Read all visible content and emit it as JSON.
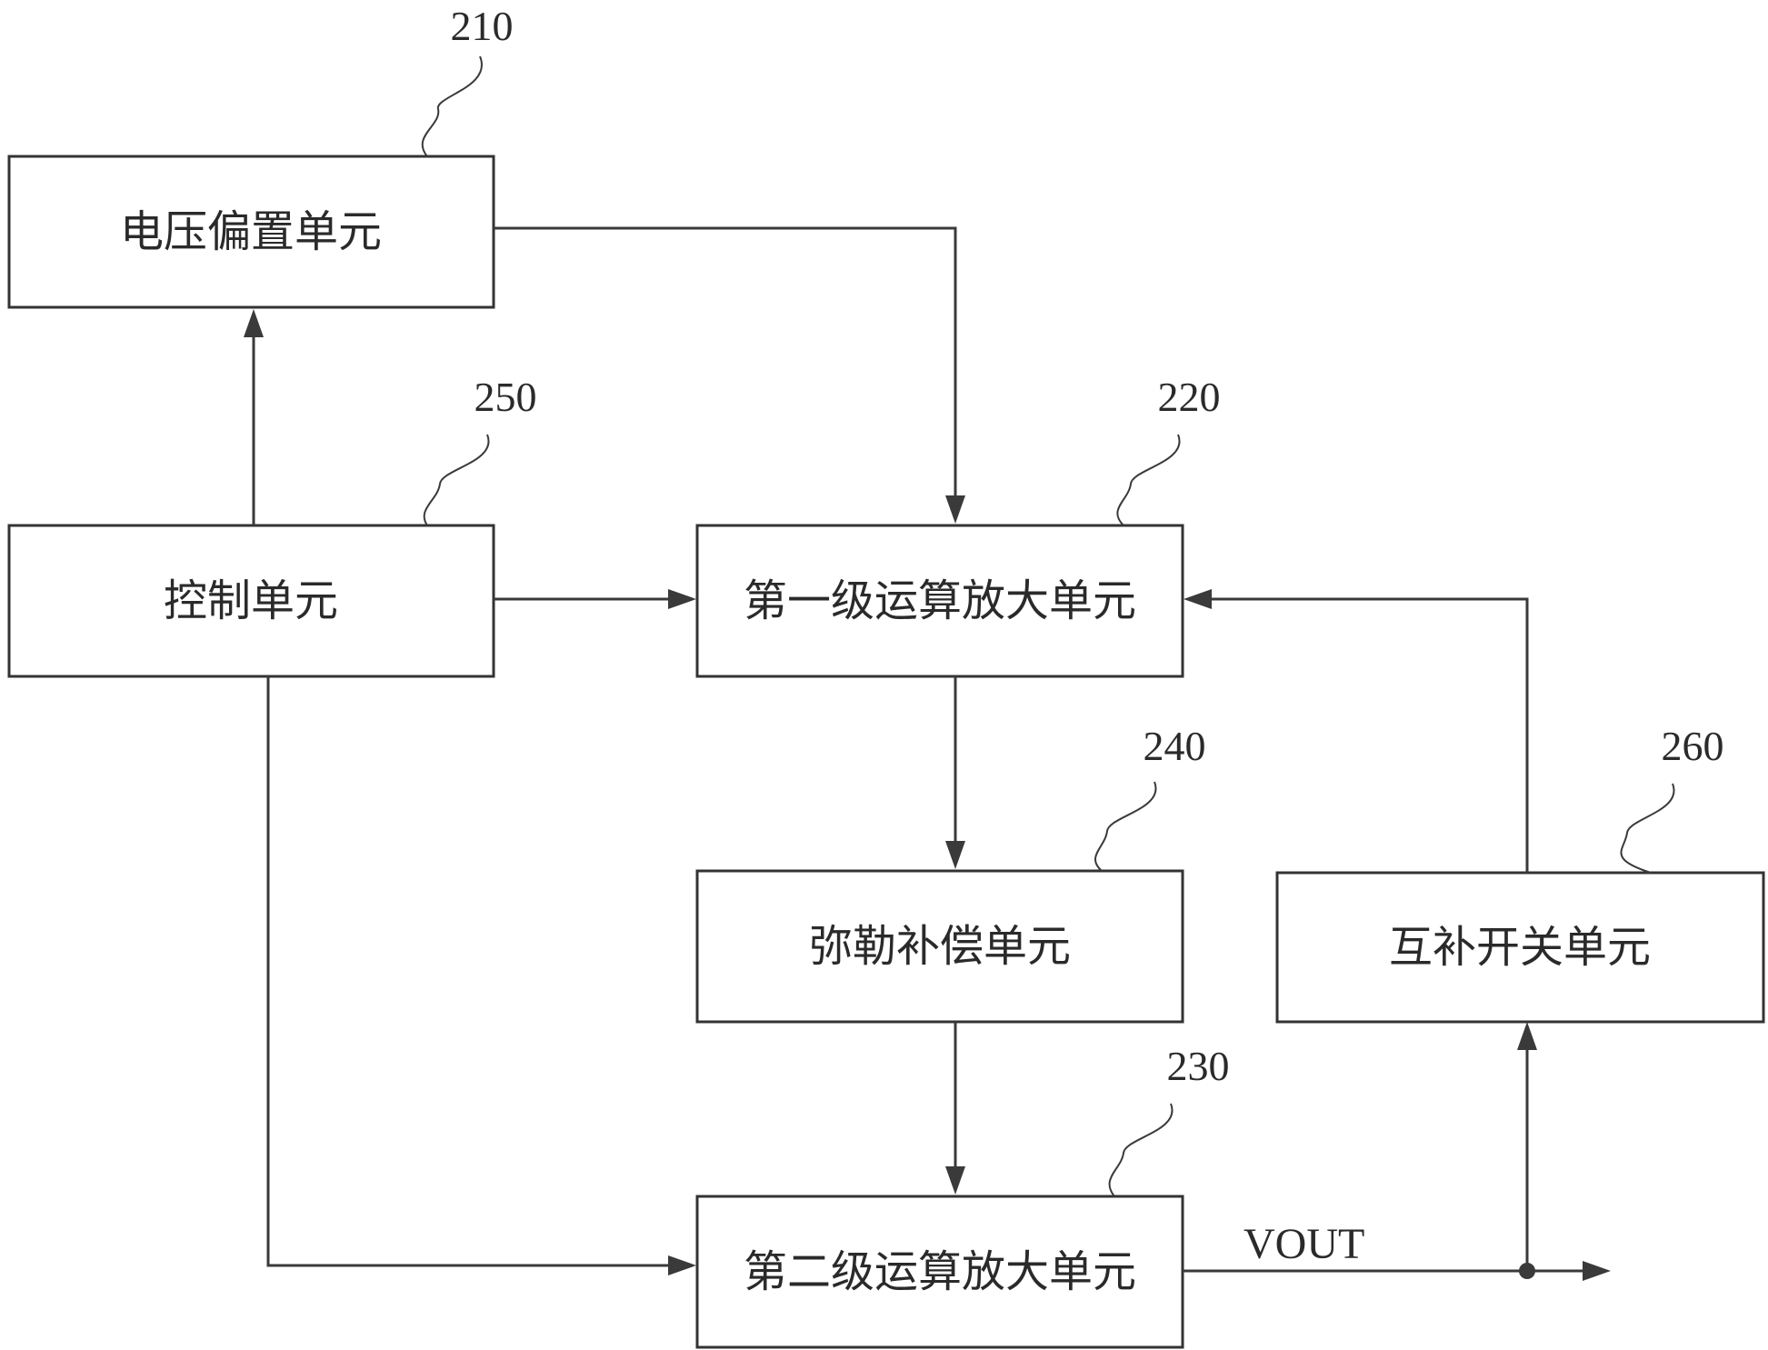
{
  "blocks": {
    "voltage_bias": {
      "label": "电压偏置单元",
      "ref": "210"
    },
    "control": {
      "label": "控制单元",
      "ref": "250"
    },
    "first_stage": {
      "label": "第一级运算放大单元",
      "ref": "220"
    },
    "miller": {
      "label": "弥勒补偿单元",
      "ref": "240"
    },
    "switch": {
      "label": "互补开关单元",
      "ref": "260"
    },
    "second_stage": {
      "label": "第二级运算放大单元",
      "ref": "230"
    }
  },
  "signals": {
    "output": "VOUT"
  },
  "colors": {
    "line": "#3a3a3a",
    "border": "#333333",
    "text": "#2a2a2a",
    "background": "#ffffff"
  }
}
